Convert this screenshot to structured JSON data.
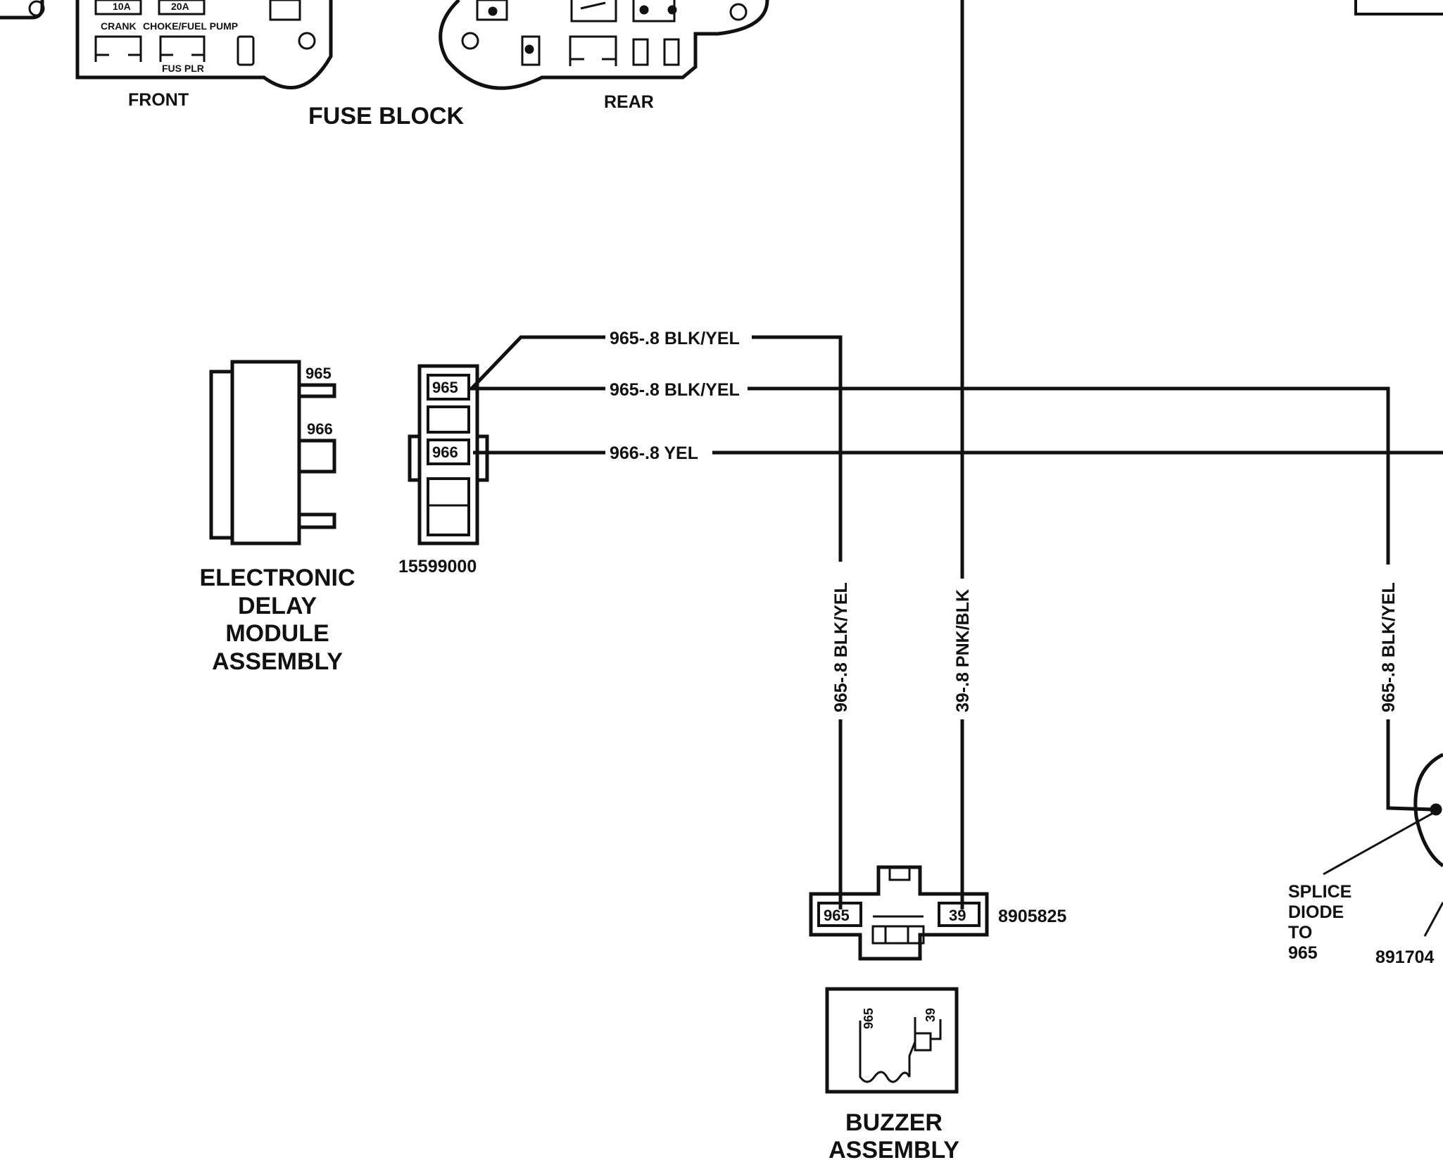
{
  "fuse_block": {
    "title": "FUSE BLOCK",
    "front_label": "FRONT",
    "rear_label": "REAR",
    "fuses": [
      {
        "rating": "10A",
        "circuit": "CRANK"
      },
      {
        "rating": "20A",
        "circuit": "CHOKE/FUEL PUMP"
      },
      {
        "rating": "",
        "circuit": "FUS PLR"
      }
    ]
  },
  "wires": [
    {
      "label": "965-.8 BLK/YEL"
    },
    {
      "label": "965-.8 BLK/YEL"
    },
    {
      "label": "966-.8 YEL"
    },
    {
      "label": "965-.8 BLK/YEL"
    },
    {
      "label": "39-.8 PNK/BLK"
    },
    {
      "label": "965-.8 BLK/YEL"
    }
  ],
  "delay_module": {
    "title_lines": [
      "ELECTRONIC",
      "DELAY",
      "MODULE",
      "ASSEMBLY"
    ],
    "terminals": [
      "965",
      "966"
    ]
  },
  "delay_connector": {
    "part_number": "15599000",
    "terminals": [
      "965",
      "966"
    ]
  },
  "buzzer_connector": {
    "part_number": "8905825",
    "terminals": [
      "965",
      "39"
    ]
  },
  "buzzer": {
    "title_lines": [
      "BUZZER",
      "ASSEMBLY"
    ],
    "terminals": [
      "965",
      "39"
    ]
  },
  "splice": {
    "lines": [
      "SPLICE",
      "DIODE",
      "TO",
      "965"
    ],
    "part_number": "891704"
  },
  "colors": {
    "ink": "#111111",
    "paper": "#ffffff"
  }
}
